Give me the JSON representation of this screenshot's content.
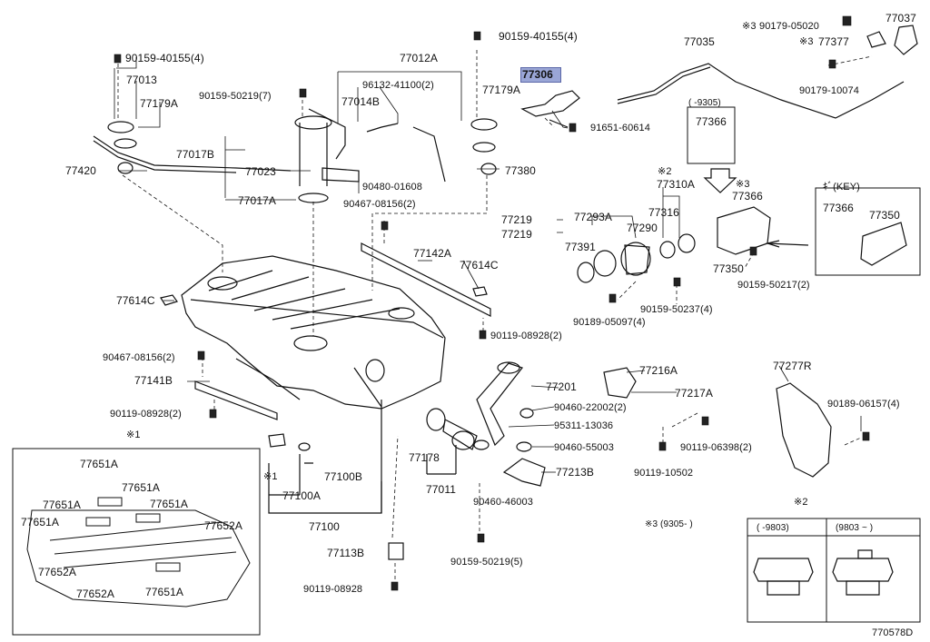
{
  "diagram_code": "770578D",
  "highlighted_part": "77306",
  "labels": {
    "p90159_40155_a": "90159-40155(4)",
    "p90159_40155_b": "90159-40155(4)",
    "p77012A": "77012A",
    "p77013": "77013",
    "p77179A_l": "77179A",
    "p96132": "96132-41100(2)",
    "p90159_50219_7": "90159-50219(7)",
    "p77014B": "77014B",
    "p77179A_r": "77179A",
    "p77306": "77306",
    "p91651": "91651-60614",
    "p77017B": "77017B",
    "p77023": "77023",
    "p77420": "77420",
    "p77380": "77380",
    "p90480": "90480-01608",
    "p77017A": "77017A",
    "p90467_a": "90467-08156(2)",
    "p77035": "77035",
    "p90179_05020": "90179-05020",
    "p77037": "77037",
    "p77377": "77377",
    "p90179_10074": "90179-10074",
    "note3_a": "※3",
    "note3_b": "※3",
    "p77366_box": "77366",
    "p9305_range": "(    -9305)",
    "note2_a": "※2",
    "p77310A": "77310A",
    "note3_c": "※3",
    "p77366": "77366",
    "p77316": "77316",
    "key_label": "ｷﾞ(KEY)",
    "p77366_key": "77366",
    "p77350_key": "77350",
    "p77219_a": "77219",
    "p77219_b": "77219",
    "p77293A": "77293A",
    "p77391": "77391",
    "p77290": "77290",
    "p77142A": "77142A",
    "p77614C_r": "77614C",
    "p77350": "77350",
    "p90159_50217": "90159-50217(2)",
    "p77614C_l": "77614C",
    "p90159_50237": "90159-50237(4)",
    "p90189_05097": "90189-05097(4)",
    "p90119_08928_2r": "90119-08928(2)",
    "p90467_b": "90467-08156(2)",
    "p77141B": "77141B",
    "p90119_08928_2l": "90119-08928(2)",
    "p77201": "77201",
    "p77216A": "77216A",
    "p77217A": "77217A",
    "p77277R": "77277R",
    "p90189_06157": "90189-06157(4)",
    "p90460_22002": "90460-22002(2)",
    "p95311": "95311-13036",
    "p90119_06398": "90119-06398(2)",
    "p90460_55003": "90460-55003",
    "p77213B": "77213B",
    "p90119_10502": "90119-10502",
    "p90460_46003": "90460-46003",
    "p77178": "77178",
    "p77011": "77011",
    "p77100B": "77100B",
    "p77100A": "77100A",
    "p77100": "77100",
    "note1_a": "※1",
    "note1_b": "※1",
    "p77651A_1": "77651A",
    "p77651A_2": "77651A",
    "p77651A_3": "77651A",
    "p77651A_4": "77651A",
    "p77651A_5": "77651A",
    "p77651A_6": "77651A",
    "p77652A_1": "77652A",
    "p77652A_2": "77652A",
    "p77652A_3": "77652A",
    "p77113B": "77113B",
    "p90119_08928": "90119-08928",
    "p90159_50219_5": "90159-50219(5)",
    "note3_range": "※3 (9305-      )",
    "note2_b": "※2",
    "range_1": "(    -9803)",
    "range_2": "(9803 ~    )"
  }
}
